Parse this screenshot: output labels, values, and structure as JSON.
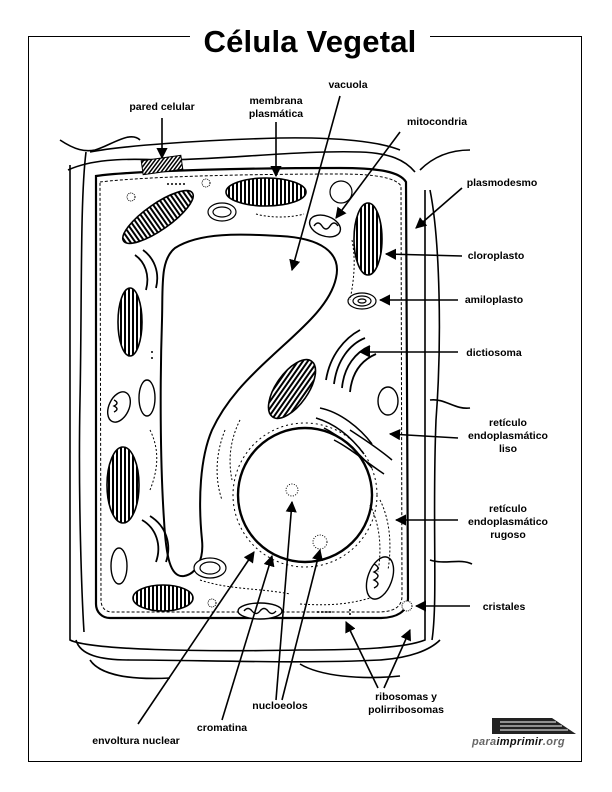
{
  "title": "Célula Vegetal",
  "labels": {
    "pared_celular": "pared celular",
    "membrana_1": "membrana",
    "membrana_2": "plasmática",
    "vacuola": "vacuola",
    "mitocondria": "mitocondria",
    "plasmodesmo": "plasmodesmo",
    "cloroplasto": "cloroplasto",
    "amiloplasto": "amiloplasto",
    "dictiosoma": "dictiosoma",
    "rel_1": "retículo",
    "rel_2": "endoplasmático",
    "rel_3": "liso",
    "rer_1": "retículo",
    "rer_2": "endoplasmático",
    "rer_3": "rugoso",
    "cristales": "cristales",
    "ribosomas_1": "ribosomas y",
    "ribosomas_2": "polirribosomas",
    "nucleoeolos": "nucloeolos",
    "cromatina": "cromatina",
    "envoltura": "envoltura nuclear"
  },
  "watermark": {
    "prefix": "para",
    "middle": "imprimir",
    "suffix": ".org"
  },
  "colors": {
    "ink": "#000000",
    "paper": "#ffffff",
    "watermark": "#666666"
  }
}
